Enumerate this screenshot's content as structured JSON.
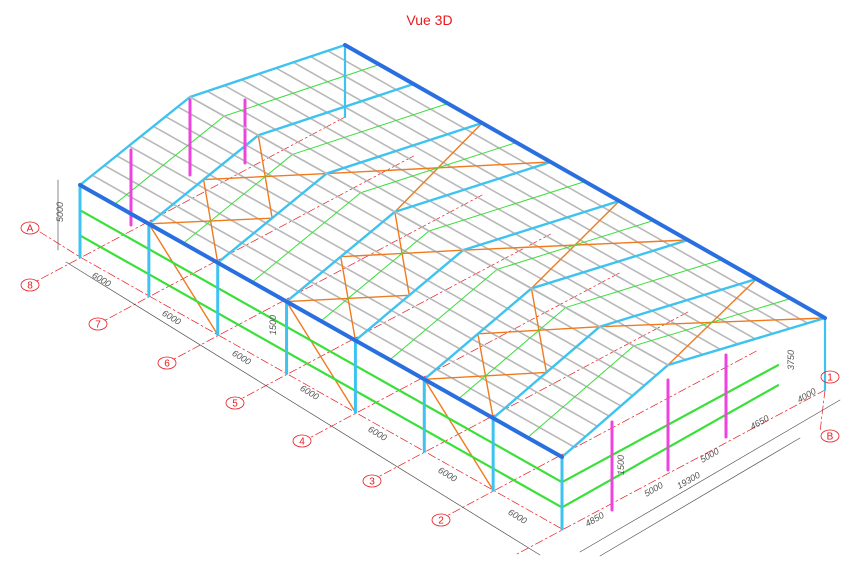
{
  "title": "Vue 3D",
  "colors": {
    "rafter": "#3ec3f0",
    "eave": "#2a6fe0",
    "purlin": "#b8b8b8",
    "girt": "#38e038",
    "bracing": "#f07a1e",
    "gable_column": "#ee44dd",
    "axis": "#e8191e",
    "dimension": "#555555"
  },
  "axis_bubbles": [
    "A",
    "8",
    "7",
    "6",
    "5",
    "4",
    "3",
    "2",
    "1",
    "B"
  ],
  "dimensions": {
    "column_height": "5000",
    "bay_spacings": [
      "6000",
      "6000",
      "6000",
      "6000",
      "6000",
      "6000",
      "6000"
    ],
    "girt_spacing_front": "1500",
    "girt_spacing_gable": "1500",
    "gable_eave_height": "3750",
    "gable_overhang": "4000",
    "gable_segments": [
      "4650",
      "5000",
      "5000",
      "4850"
    ],
    "span_total": "19300"
  }
}
